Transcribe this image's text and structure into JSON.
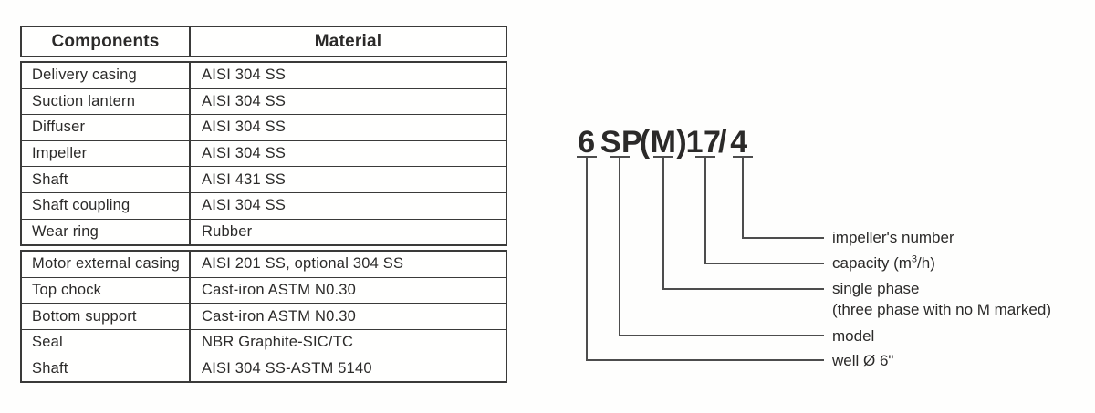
{
  "table": {
    "headers": {
      "components": "Components",
      "material": "Material"
    },
    "rows_group1": [
      {
        "component": "Delivery casing",
        "material": "AISI 304 SS"
      },
      {
        "component": "Suction lantern",
        "material": "AISI 304 SS"
      },
      {
        "component": "Diffuser",
        "material": "AISI 304 SS"
      },
      {
        "component": "Impeller",
        "material": "AISI 304 SS"
      },
      {
        "component": "Shaft",
        "material": "AISI 431 SS"
      },
      {
        "component": "Shaft coupling",
        "material": "AISI 304 SS"
      },
      {
        "component": "Wear ring",
        "material": "Rubber"
      }
    ],
    "rows_group2": [
      {
        "component": "Motor external casing",
        "material": "AISI 201 SS, optional 304 SS"
      },
      {
        "component": "Top chock",
        "material": "Cast-iron ASTM N0.30"
      },
      {
        "component": "Bottom support",
        "material": "Cast-iron ASTM N0.30"
      },
      {
        "component": "Seal",
        "material": "NBR Graphite-SIC/TC"
      },
      {
        "component": "Shaft",
        "material": "AISI 304 SS-ASTM 5140"
      }
    ]
  },
  "model_legend": {
    "code_segments": [
      "6",
      "SP",
      "(M)",
      "17",
      "/",
      "4"
    ],
    "labels": {
      "impellers_number": "impeller's number",
      "capacity_pre": "capacity (m",
      "capacity_sup": "3",
      "capacity_post": "/h)",
      "single_phase": "single phase",
      "single_phase_note": "(three phase with no M marked)",
      "model": "model",
      "well": "well Ø 6\""
    }
  },
  "colors": {
    "text": "#2b2a29",
    "table_border": "#3a3a39",
    "leader_line": "#4d4d4d",
    "background": "#fefefd"
  }
}
